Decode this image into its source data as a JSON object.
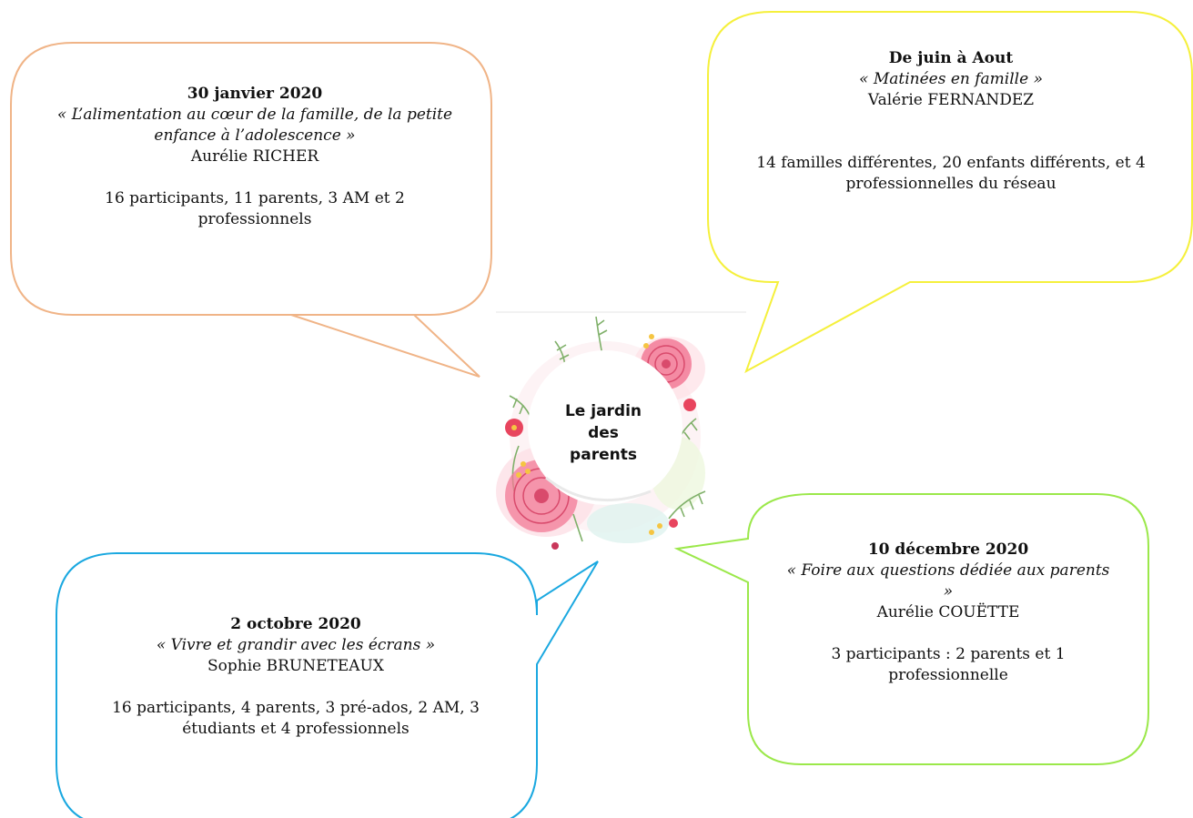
{
  "logo": {
    "line1": "Le jardin",
    "line2": "des parents"
  },
  "colors": {
    "january": "#f0b487",
    "june": "#f5f03c",
    "october": "#1aa8e0",
    "december": "#9be84a"
  },
  "bubbles": {
    "january": {
      "date": "30 janvier 2020",
      "title": "« L’alimentation au cœur de la famille, de la petite enfance à l’adolescence »",
      "speaker": "Aurélie RICHER",
      "stats": "16 participants, 11 parents, 3 AM et 2 professionnels"
    },
    "june": {
      "date": "De juin à Aout",
      "title": "« Matinées en famille »",
      "speaker": "Valérie FERNANDEZ",
      "stats": "14 familles différentes, 20 enfants différents, et 4 professionnelles du réseau"
    },
    "october": {
      "date": "2 octobre 2020",
      "title": "« Vivre et grandir avec les écrans »",
      "speaker": "Sophie BRUNETEAUX",
      "stats": "16 participants, 4 parents, 3 pré-ados, 2 AM, 3 étudiants et 4 professionnels"
    },
    "december": {
      "date": "10 décembre 2020",
      "title": "« Foire aux questions dédiée aux parents »",
      "speaker": "Aurélie COUËTTE",
      "stats": "3 participants : 2 parents et 1 professionnelle"
    }
  }
}
